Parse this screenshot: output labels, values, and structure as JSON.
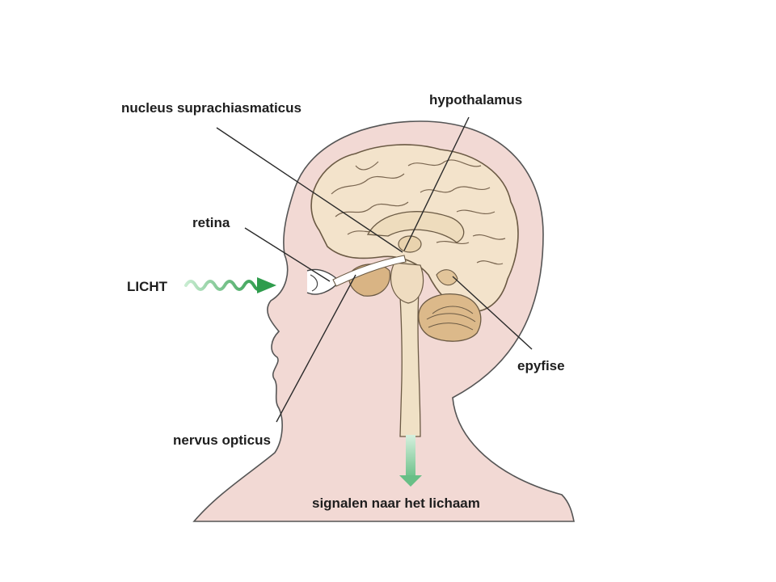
{
  "labels": {
    "nucleus": "nucleus suprachiasmaticus",
    "hypothalamus": "hypothalamus",
    "retina": "retina",
    "licht": "LICHT",
    "epyfise": "epyfise",
    "nervus_opticus": "nervus opticus",
    "signalen": "signalen naar het lichaam"
  },
  "colors": {
    "skin": "#f2d9d4",
    "skin_outline": "#555555",
    "brain": "#f3e3cb",
    "brain_outline": "#6b5a44",
    "light_arrow": "#3aa655",
    "signal_arrow": "#7fc99a"
  },
  "icons": {
    "light": "wavy-arrow-right-icon",
    "signal": "arrow-down-icon"
  }
}
